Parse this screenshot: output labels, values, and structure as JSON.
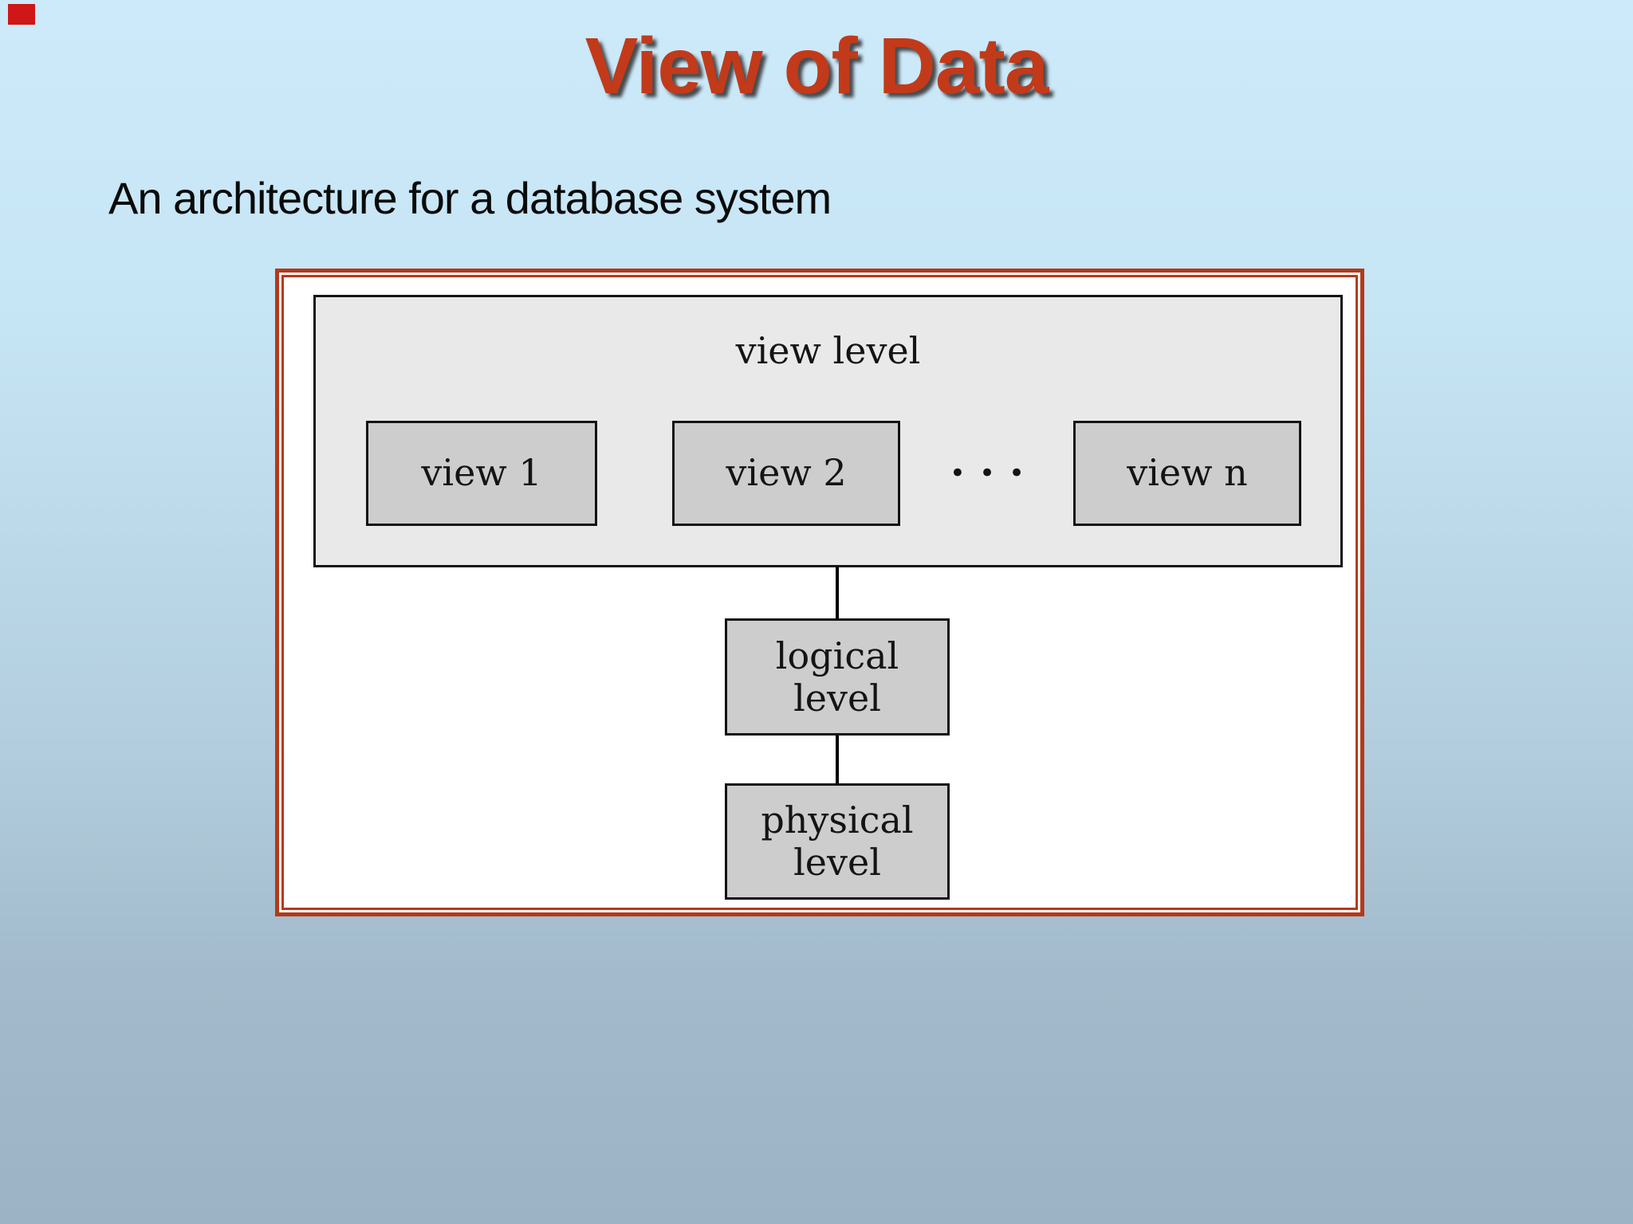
{
  "slide": {
    "title": "View of Data",
    "subtitle": "An architecture for a database system"
  },
  "diagram": {
    "view_level_label": "view level",
    "view_boxes": [
      "view 1",
      "view 2",
      "view n"
    ],
    "ellipsis": "•••",
    "logical_level_label": "logical\nlevel",
    "physical_level_label": "physical\nlevel"
  },
  "colors": {
    "title_red": "#c23a1a",
    "frame_red": "#b5391a",
    "corner_mark_red": "#d01616",
    "background_top": "#cdeafa",
    "background_bottom": "#9bb3c5",
    "panel_gray": "#e9e9e9",
    "box_gray": "#cdcdcd",
    "line_black": "#141414"
  }
}
